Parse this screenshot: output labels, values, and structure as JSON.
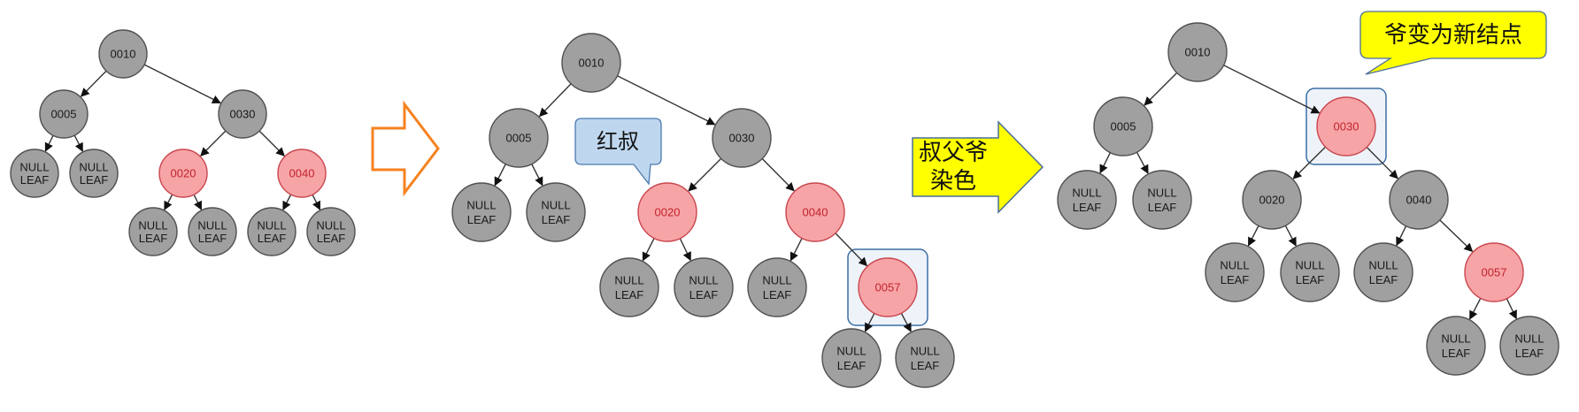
{
  "colors": {
    "black_fill": "#a0a0a0",
    "black_stroke": "#505050",
    "black_text": "#1a1a1a",
    "red_fill": "#f7a4a7",
    "red_stroke": "#c9474e",
    "red_text": "#c0242c",
    "edge": "#333333",
    "highlight_box": "#3b6ea5",
    "highlight_fill": "#eef3f9",
    "step_arrow": "#f58220",
    "label_arrow_fill": "#ffff00",
    "label_arrow_stroke": "#4a6e9a",
    "callout_blue_fill": "#bfd7ee",
    "callout_blue_stroke": "#4a7ab0",
    "callout_yellow_fill": "#ffff00",
    "callout_yellow_stroke": "#4a6e9a"
  },
  "null_leaf_label": [
    "NULL",
    "LEAF"
  ],
  "trees": [
    {
      "id": "before",
      "nodes": [
        {
          "key": "0010",
          "color": "black"
        },
        {
          "key": "0005",
          "color": "black",
          "parent": "0010"
        },
        {
          "key": "0030",
          "color": "black",
          "parent": "0010"
        },
        {
          "key": "nil-a1",
          "color": "nil",
          "parent": "0005"
        },
        {
          "key": "nil-a2",
          "color": "nil",
          "parent": "0005"
        },
        {
          "key": "0020",
          "color": "red",
          "parent": "0030"
        },
        {
          "key": "0040",
          "color": "red",
          "parent": "0030"
        },
        {
          "key": "nil-a3",
          "color": "nil",
          "parent": "0020"
        },
        {
          "key": "nil-a4",
          "color": "nil",
          "parent": "0020"
        },
        {
          "key": "nil-a5",
          "color": "nil",
          "parent": "0040"
        },
        {
          "key": "nil-a6",
          "color": "nil",
          "parent": "0040"
        }
      ]
    },
    {
      "id": "after-insert",
      "highlight": "0057",
      "callout": {
        "text": "红叔",
        "target": "0020"
      },
      "nodes": [
        {
          "key": "0010",
          "color": "black"
        },
        {
          "key": "0005",
          "color": "black",
          "parent": "0010"
        },
        {
          "key": "0030",
          "color": "black",
          "parent": "0010"
        },
        {
          "key": "nil-b1",
          "color": "nil",
          "parent": "0005"
        },
        {
          "key": "nil-b2",
          "color": "nil",
          "parent": "0005"
        },
        {
          "key": "0020",
          "color": "red",
          "parent": "0030"
        },
        {
          "key": "0040",
          "color": "red",
          "parent": "0030"
        },
        {
          "key": "nil-b3",
          "color": "nil",
          "parent": "0020"
        },
        {
          "key": "nil-b4",
          "color": "nil",
          "parent": "0020"
        },
        {
          "key": "nil-b5",
          "color": "nil",
          "parent": "0040"
        },
        {
          "key": "0057",
          "color": "red",
          "parent": "0040"
        },
        {
          "key": "nil-b6",
          "color": "nil",
          "parent": "0057"
        },
        {
          "key": "nil-b7",
          "color": "nil",
          "parent": "0057"
        }
      ]
    },
    {
      "id": "after-recolor",
      "highlight": "0030",
      "callout": {
        "text": "爷变为新结点",
        "target": "0030"
      },
      "nodes": [
        {
          "key": "0010",
          "color": "black"
        },
        {
          "key": "0005",
          "color": "black",
          "parent": "0010"
        },
        {
          "key": "0030",
          "color": "red",
          "parent": "0010"
        },
        {
          "key": "nil-c1",
          "color": "nil",
          "parent": "0005"
        },
        {
          "key": "nil-c2",
          "color": "nil",
          "parent": "0005"
        },
        {
          "key": "0020",
          "color": "black",
          "parent": "0030"
        },
        {
          "key": "0040",
          "color": "black",
          "parent": "0030"
        },
        {
          "key": "nil-c3",
          "color": "nil",
          "parent": "0020"
        },
        {
          "key": "nil-c4",
          "color": "nil",
          "parent": "0020"
        },
        {
          "key": "nil-c5",
          "color": "nil",
          "parent": "0040"
        },
        {
          "key": "0057",
          "color": "red",
          "parent": "0040"
        },
        {
          "key": "nil-c6",
          "color": "nil",
          "parent": "0057"
        },
        {
          "key": "nil-c7",
          "color": "nil",
          "parent": "0057"
        }
      ]
    }
  ],
  "transitions": [
    {
      "kind": "hollow-arrow",
      "label": ""
    },
    {
      "kind": "label-arrow",
      "label_lines": [
        "叔父爷",
        "染色"
      ]
    }
  ]
}
